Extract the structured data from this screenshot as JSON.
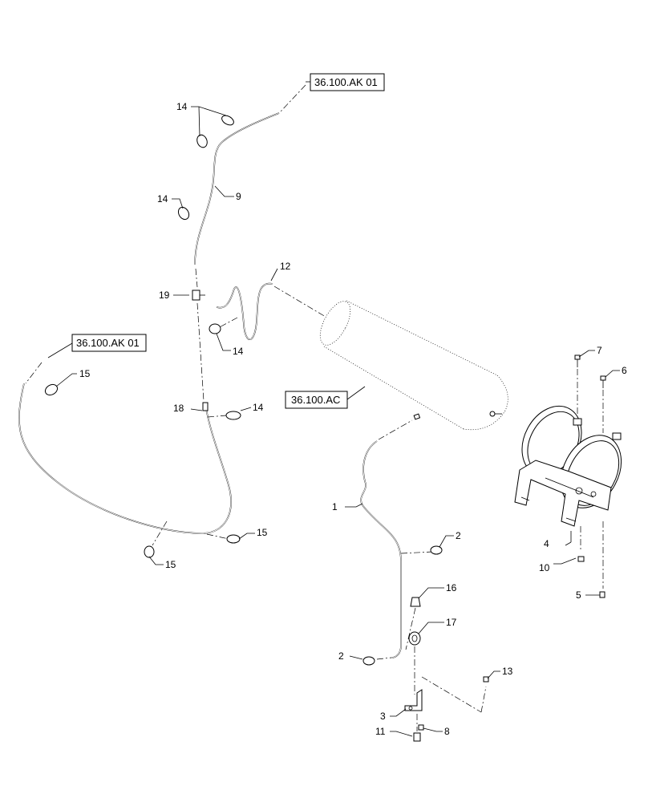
{
  "references": {
    "ak01_top": "36.100.AK 01",
    "ak01_left": "36.100.AK 01",
    "ac": "36.100.AC"
  },
  "callouts": {
    "c1": "1",
    "c2a": "2",
    "c2b": "2",
    "c3": "3",
    "c4": "4",
    "c5": "5",
    "c6": "6",
    "c7": "7",
    "c8": "8",
    "c9": "9",
    "c10": "10",
    "c11": "11",
    "c12": "12",
    "c13": "13",
    "c14a": "14",
    "c14b": "14",
    "c14c": "14",
    "c14d": "14",
    "c15a": "15",
    "c15b": "15",
    "c15c": "15",
    "c16": "16",
    "c17": "17",
    "c18": "18",
    "c19": "19"
  }
}
